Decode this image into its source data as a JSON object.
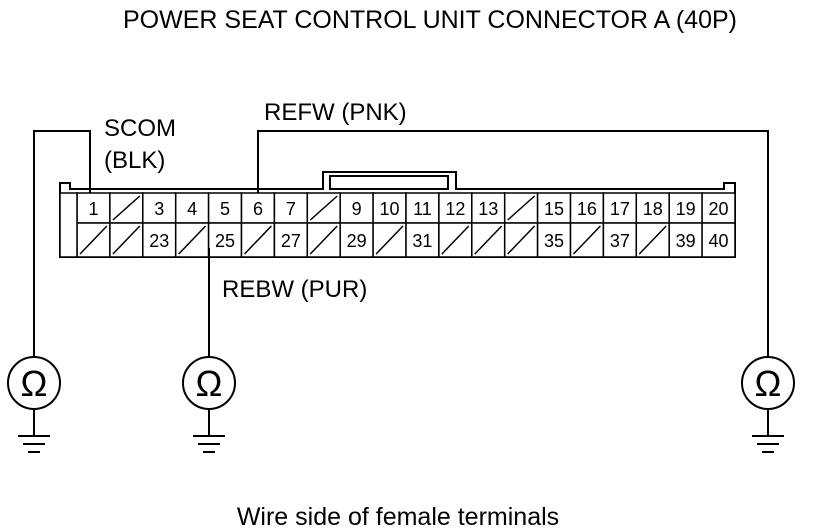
{
  "title": "POWER SEAT CONTROL UNIT CONNECTOR A (40P)",
  "caption": "Wire side of female terminals",
  "wires": {
    "scom_name": "SCOM",
    "scom_color": "(BLK)",
    "refw": "REFW (PNK)",
    "rebw": "REBW (PUR)"
  },
  "meter_symbol": "Ω",
  "connector": {
    "top_row": [
      "1",
      "",
      "3",
      "4",
      "5",
      "6",
      "7",
      "",
      "9",
      "10",
      "11",
      "12",
      "13",
      "",
      "15",
      "16",
      "17",
      "18",
      "19",
      "20"
    ],
    "bottom_row": [
      "",
      "",
      "23",
      "",
      "25",
      "",
      "27",
      "",
      "29",
      "",
      "31",
      "",
      "",
      "",
      "35",
      "",
      "37",
      "",
      "39",
      "40"
    ]
  }
}
